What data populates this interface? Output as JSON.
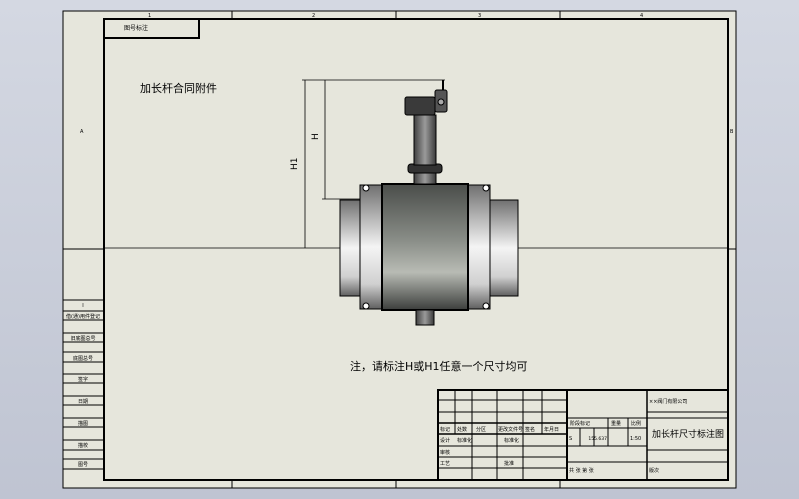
{
  "drawing": {
    "title_tag": "图号标注",
    "heading": "加长杆合同附件",
    "note": "注，请标注H或H1任意一个尺寸均可",
    "dim_h": "H",
    "dim_h1": "H1",
    "zones_top": [
      "1",
      "2",
      "3",
      "4"
    ],
    "zones_side": [
      "A",
      "B"
    ]
  },
  "left_strip": [
    "I",
    "借(通)用件登记",
    "旧底图总号",
    "底图总号",
    "签字",
    "日期",
    "描图",
    "描校",
    "图号"
  ],
  "title_block": {
    "headers": [
      "标记",
      "处数",
      "分区",
      "更改文件号",
      "签名",
      "年月日"
    ],
    "rows": [
      "设计",
      "审核",
      "工艺"
    ],
    "rows_mid": [
      "标准化",
      "",
      "批准"
    ],
    "designer": "标准化",
    "stage_headers": [
      "阶段标记",
      "重量",
      "比例"
    ],
    "stage": "S",
    "weight": "155.637",
    "scale": "1:50",
    "sheets": "共 张 第 张",
    "company": "××阀门有限公司",
    "drawing_name": "加长杆尺寸标注图",
    "version": "版次"
  }
}
